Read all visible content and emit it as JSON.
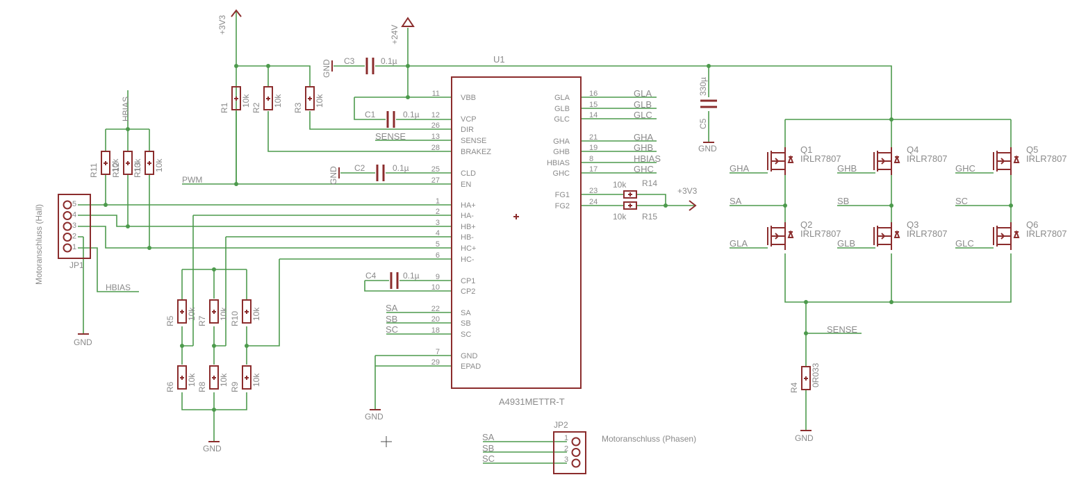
{
  "ic": {
    "name": "U1",
    "value": "A4931METTR-T",
    "left_pins": [
      {
        "num": "11",
        "name": "VBB"
      },
      {
        "num": "12",
        "name": "VCP"
      },
      {
        "num": "26",
        "name": "DIR"
      },
      {
        "num": "13",
        "name": "SENSE"
      },
      {
        "num": "28",
        "name": "BRAKEZ"
      },
      {
        "num": "25",
        "name": "CLD"
      },
      {
        "num": "27",
        "name": "EN"
      },
      {
        "num": "1",
        "name": "HA+"
      },
      {
        "num": "2",
        "name": "HA-"
      },
      {
        "num": "3",
        "name": "HB+"
      },
      {
        "num": "4",
        "name": "HB-"
      },
      {
        "num": "5",
        "name": "HC+"
      },
      {
        "num": "6",
        "name": "HC-"
      },
      {
        "num": "9",
        "name": "CP1"
      },
      {
        "num": "10",
        "name": "CP2"
      },
      {
        "num": "22",
        "name": "SA"
      },
      {
        "num": "20",
        "name": "SB"
      },
      {
        "num": "18",
        "name": "SC"
      },
      {
        "num": "7",
        "name": "GND"
      },
      {
        "num": "29",
        "name": "EPAD"
      }
    ],
    "right_pins": [
      {
        "num": "16",
        "name": "GLA",
        "net": "GLA"
      },
      {
        "num": "15",
        "name": "GLB",
        "net": "GLB"
      },
      {
        "num": "14",
        "name": "GLC",
        "net": "GLC"
      },
      {
        "num": "21",
        "name": "GHA",
        "net": "GHA"
      },
      {
        "num": "19",
        "name": "GHB",
        "net": "GHB"
      },
      {
        "num": "8",
        "name": "HBIAS",
        "net": "HBIAS"
      },
      {
        "num": "17",
        "name": "GHC",
        "net": "GHC"
      },
      {
        "num": "23",
        "name": "FG1",
        "net": ""
      },
      {
        "num": "24",
        "name": "FG2",
        "net": ""
      }
    ]
  },
  "supplies": {
    "v33": "+3V3",
    "v24": "+24V",
    "gnd": "GND"
  },
  "caps": {
    "c3": {
      "name": "C3",
      "value": "0.1µ"
    },
    "c1": {
      "name": "C1",
      "value": "0.1µ"
    },
    "c2": {
      "name": "C2",
      "value": "0.1µ"
    },
    "c4": {
      "name": "C4",
      "value": "0.1µ"
    },
    "c5": {
      "name": "C5",
      "value": "330µ"
    }
  },
  "resistors": {
    "r1": {
      "name": "R1",
      "value": "10k"
    },
    "r2": {
      "name": "R2",
      "value": "10k"
    },
    "r3": {
      "name": "R3",
      "value": "10k"
    },
    "r11": {
      "name": "R11",
      "value": "10k"
    },
    "r12": {
      "name": "R12",
      "value": "10k"
    },
    "r13": {
      "name": "R13",
      "value": "10k"
    },
    "r5": {
      "name": "R5",
      "value": "10k"
    },
    "r7": {
      "name": "R7",
      "value": "10k"
    },
    "r10": {
      "name": "R10",
      "value": "10k"
    },
    "r6": {
      "name": "R6",
      "value": "10k"
    },
    "r8": {
      "name": "R8",
      "value": "10k"
    },
    "r9": {
      "name": "R9",
      "value": "10k"
    },
    "r14": {
      "name": "R14",
      "value": "10k"
    },
    "r15": {
      "name": "R15",
      "value": "10k"
    },
    "r4": {
      "name": "R4",
      "value": "0R033"
    }
  },
  "transistors": {
    "q1": {
      "name": "Q1",
      "value": "IRLR7807"
    },
    "q2": {
      "name": "Q2",
      "value": "IRLR7807"
    },
    "q3": {
      "name": "Q3",
      "value": "IRLR7807"
    },
    "q4": {
      "name": "Q4",
      "value": "IRLR7807"
    },
    "q5": {
      "name": "Q5",
      "value": "IRLR7807"
    },
    "q6": {
      "name": "Q6",
      "value": "IRLR7807"
    }
  },
  "nets": {
    "pwm": "PWM",
    "sense": "SENSE",
    "hbias": "HBIAS",
    "gha": "GHA",
    "ghb": "GHB",
    "ghc": "GHC",
    "gla": "GLA",
    "glb": "GLB",
    "glc": "GLC",
    "sa": "SA",
    "sb": "SB",
    "sc": "SC"
  },
  "connectors": {
    "jp1": {
      "name": "JP1",
      "label": "Motoranschluss (Hall)",
      "pins": [
        "5",
        "4",
        "3",
        "2",
        "1"
      ]
    },
    "jp2": {
      "name": "JP2",
      "label": "Motoranschluss (Phasen)",
      "pins": [
        "1",
        "2",
        "3"
      ]
    }
  }
}
